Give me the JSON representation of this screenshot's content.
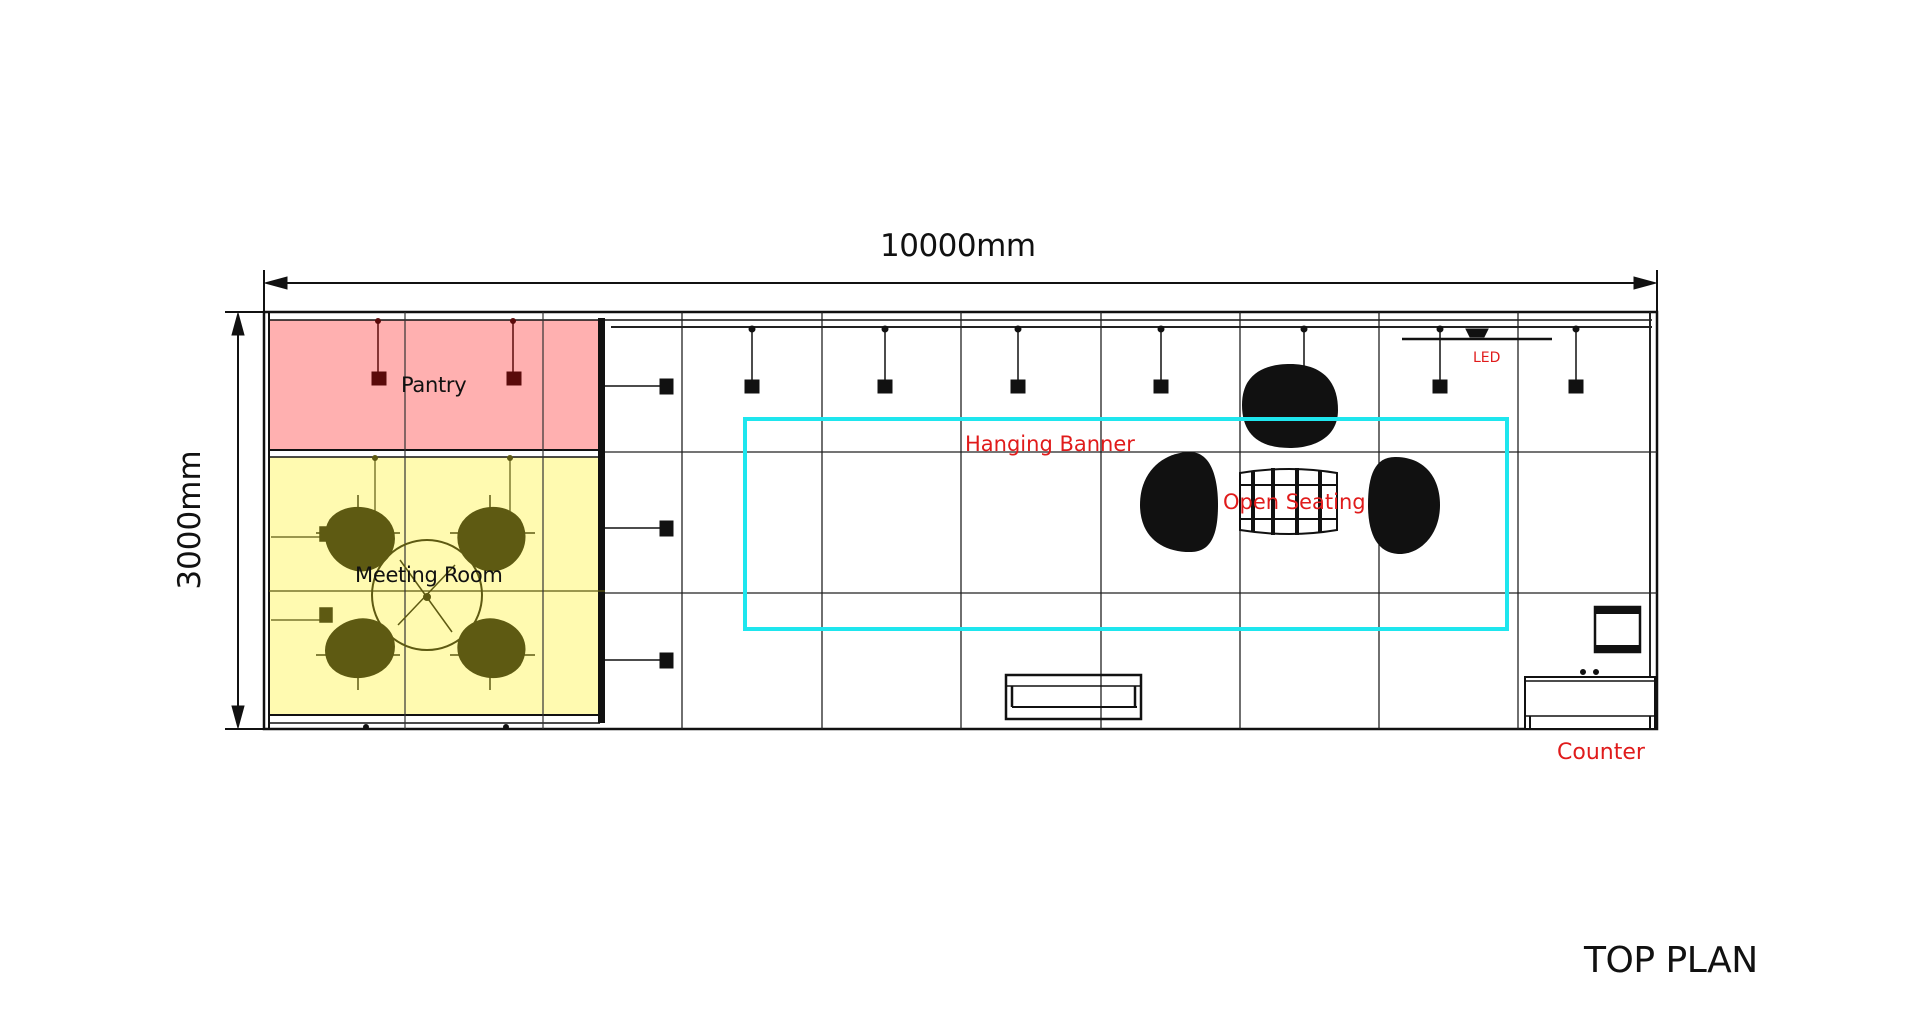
{
  "title": "TOP PLAN",
  "dimensions": {
    "width_label": "10000mm",
    "height_label": "3000mm"
  },
  "rooms": {
    "pantry": {
      "label": "Pantry",
      "color": "#ffb0b0"
    },
    "meeting_room": {
      "label": "Meeting Room",
      "color": "#fffab0"
    }
  },
  "annotations": {
    "hanging_banner": "Hanging Banner",
    "open_seating": "Open Seating",
    "led": "LED",
    "counter": "Counter"
  },
  "colors": {
    "annotation_red": "#e01b1b",
    "banner_outline": "#1ee6ee",
    "furniture_olive": "#5e5a12",
    "pantry_lamp": "#5a0a0a",
    "line": "#111111"
  },
  "grid": {
    "columns": 10,
    "rows": 3
  }
}
